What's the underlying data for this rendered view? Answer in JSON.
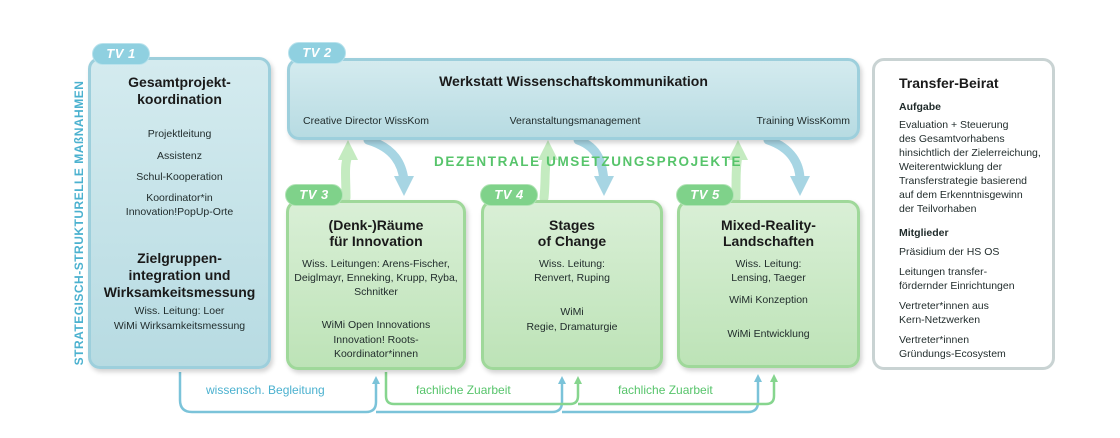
{
  "side_label": "STRATEGISCH-STRUKTURELLE MAßNAHMEN",
  "center_label": "DEZENTRALE UMSETZUNGSPROJEKTE",
  "tv1": {
    "tab": "TV 1",
    "title1_a": "Gesamtprojekt-",
    "title1_b": "koordination",
    "items1": [
      "Projektleitung",
      "Assistenz",
      "Schul-Kooperation"
    ],
    "item1_multi_a": "Koordinator*in",
    "item1_multi_b": "Innovation!PopUp-Orte",
    "title2_a": "Zielgruppen-",
    "title2_b": "integration und",
    "title2_c": "Wirksamkeitsmessung",
    "items2": [
      "Wiss. Leitung: Loer",
      "WiMi Wirksamkeitsmessung"
    ]
  },
  "tv2": {
    "tab": "TV 2",
    "title": "Werkstatt Wissenschaftskommunikation",
    "items": [
      "Creative Director WissKom",
      "Veranstaltungsmanagement",
      "Training WissKomm"
    ]
  },
  "tv3": {
    "tab": "TV 3",
    "title_a": "(Denk-)Räume",
    "title_b": "für Innovation",
    "line1": "Wiss. Leitungen: Arens-Fischer,",
    "line2": "Deiglmayr, Enneking, Krupp, Ryba,",
    "line3": "Schnitker",
    "line4": "WiMi Open Innovations",
    "line5": "Innovation! Roots-",
    "line6": "Koordinator*innen"
  },
  "tv4": {
    "tab": "TV 4",
    "title_a": "Stages",
    "title_b": "of Change",
    "line1": "Wiss. Leitung:",
    "line2": "Renvert, Ruping",
    "line3": "WiMi",
    "line4": "Regie, Dramaturgie"
  },
  "tv5": {
    "tab": "TV 5",
    "title_a": "Mixed-Reality-",
    "title_b": "Landschaften",
    "line1": "Wiss. Leitung:",
    "line2": "Lensing, Taeger",
    "line3": "WiMi Konzeption",
    "line4": "WiMi Entwicklung"
  },
  "beirat": {
    "title": "Transfer-Beirat",
    "aufgabe_heading": "Aufgabe",
    "aufgabe_lines": [
      "Evaluation + Steuerung",
      "des Gesamtvorhabens",
      "hinsichtlich der Zielerreichung,",
      "Weiterentwicklung der",
      "Transferstrategie basierend",
      "auf dem Erkenntnisgewinn",
      "der Teilvorhaben"
    ],
    "mitglieder_heading": "Mitglieder",
    "mitglieder": [
      "Präsidium der HS OS",
      "Leitungen transfer-",
      "fördernder Einrichtungen",
      "Vertreter*innen aus",
      "Kern-Netzwerken",
      "Vertreter*innen",
      "Gründungs-Ecosystem"
    ]
  },
  "flows": {
    "begleitung": "wissensch. Begleitung",
    "zuarbeit_1": "fachliche Zuarbeit",
    "zuarbeit_2": "fachliche Zuarbeit"
  },
  "colors": {
    "blue": "#9dcfdc",
    "green": "#9fd89a",
    "label_blue": "#4bb1cf",
    "label_green": "#57c46b"
  }
}
